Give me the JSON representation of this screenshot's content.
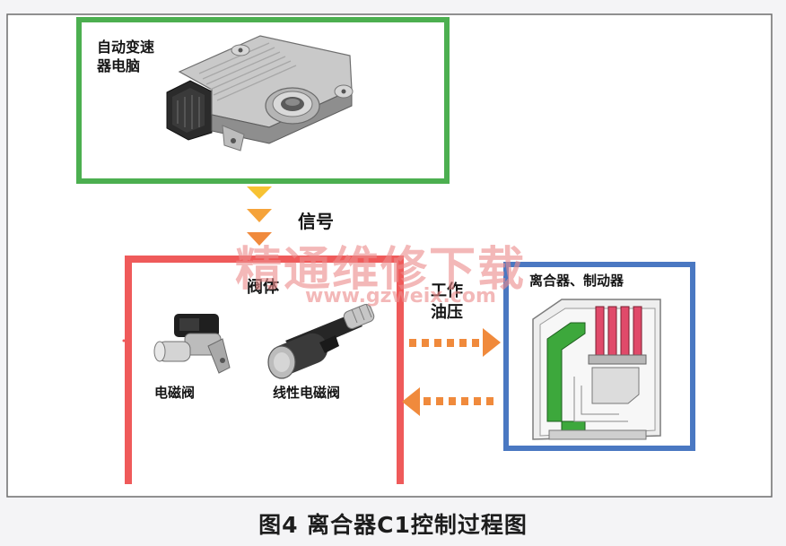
{
  "ecu": {
    "label_line1": "自动变速",
    "label_line2": "器电脑"
  },
  "signal": {
    "label": "信号"
  },
  "valve_body": {
    "label": "阀体",
    "solenoid_label": "电磁阀",
    "linear_solenoid_label": "线性电磁阀"
  },
  "pressure": {
    "label_line1": "工作",
    "label_line2": "油压"
  },
  "clutch": {
    "label": "离合器、制动器"
  },
  "caption": "图4 离合器C1控制过程图",
  "watermark": {
    "text": "精通维修下载",
    "url": "www.gzweix.com"
  },
  "colors": {
    "ecu_border": "#4caf50",
    "valve_border": "#ef5a5a",
    "clutch_border": "#4a78c2",
    "arrow_orange": "#f08a3c",
    "arrow_yellow": "#f7c232",
    "watermark": "#f0a6a6"
  }
}
